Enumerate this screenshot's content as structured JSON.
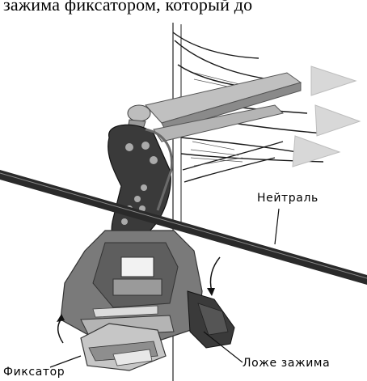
{
  "top_text": "зажима фиксатором, который до",
  "labels": {
    "neutral": "Нейтраль",
    "clamp_bed": "Ложе зажима",
    "latch": "Фиксатор"
  },
  "colors": {
    "dark_gray": "#3a3a3a",
    "mid_gray": "#7a7a7a",
    "light_gray": "#c8c8c8",
    "wire": "#1a1a1a"
  }
}
